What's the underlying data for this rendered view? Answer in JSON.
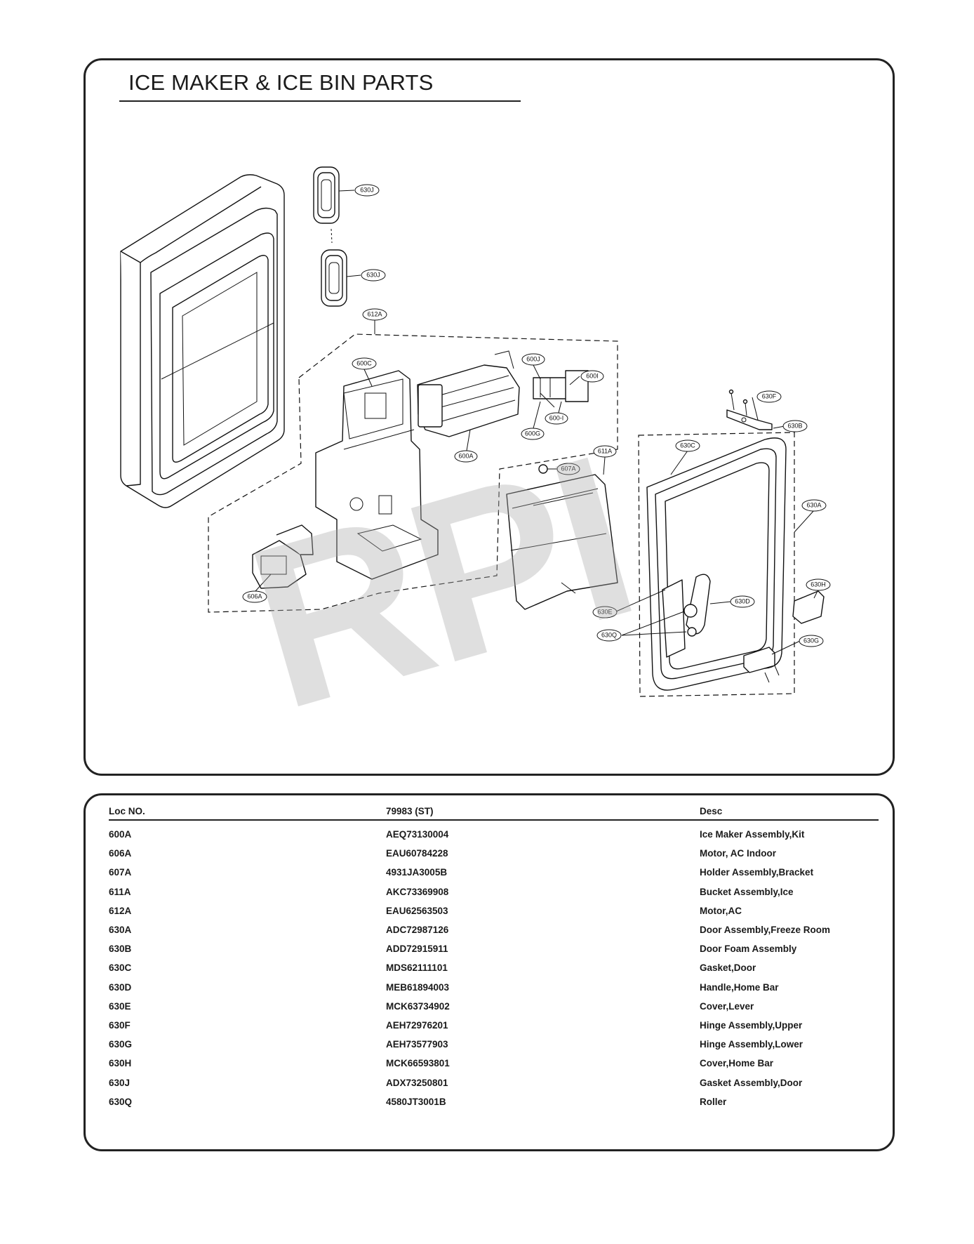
{
  "page_title": "ICE MAKER & ICE BIN PARTS",
  "watermark": "RPI",
  "callouts": {
    "630J_top": "630J",
    "630J_bottom": "630J",
    "612A": "612A",
    "600C": "600C",
    "600J": "600J",
    "600I": "600I",
    "600H": "600-I",
    "600G": "600G",
    "600A": "600A",
    "607A": "607A",
    "611A": "611A",
    "606A": "606A",
    "630F": "630F",
    "630B": "630B",
    "630C": "630C",
    "630A": "630A",
    "630H": "630H",
    "630D": "630D",
    "630E": "630E",
    "630Q": "630Q",
    "630G": "630G"
  },
  "parts_table": {
    "headers": [
      "Loc NO.",
      "79983 (ST)",
      "Desc"
    ],
    "rows": [
      [
        "600A",
        "AEQ73130004",
        "Ice Maker Assembly,Kit"
      ],
      [
        "606A",
        "EAU60784228",
        "Motor, AC Indoor"
      ],
      [
        "607A",
        "4931JA3005B",
        "Holder Assembly,Bracket"
      ],
      [
        "611A",
        "AKC73369908",
        "Bucket Assembly,Ice"
      ],
      [
        "612A",
        "EAU62563503",
        "Motor,AC"
      ],
      [
        "630A",
        "ADC72987126",
        "Door Assembly,Freeze Room"
      ],
      [
        "630B",
        "ADD72915911",
        "Door Foam Assembly"
      ],
      [
        "630C",
        "MDS62111101",
        "Gasket,Door"
      ],
      [
        "630D",
        "MEB61894003",
        "Handle,Home Bar"
      ],
      [
        "630E",
        "MCK63734902",
        "Cover,Lever"
      ],
      [
        "630F",
        "AEH72976201",
        "Hinge Assembly,Upper"
      ],
      [
        "630G",
        "AEH73577903",
        "Hinge Assembly,Lower"
      ],
      [
        "630H",
        "MCK66593801",
        "Cover,Home Bar"
      ],
      [
        "630J",
        "ADX73250801",
        "Gasket Assembly,Door"
      ],
      [
        "630Q",
        "4580JT3001B",
        "Roller"
      ]
    ]
  }
}
